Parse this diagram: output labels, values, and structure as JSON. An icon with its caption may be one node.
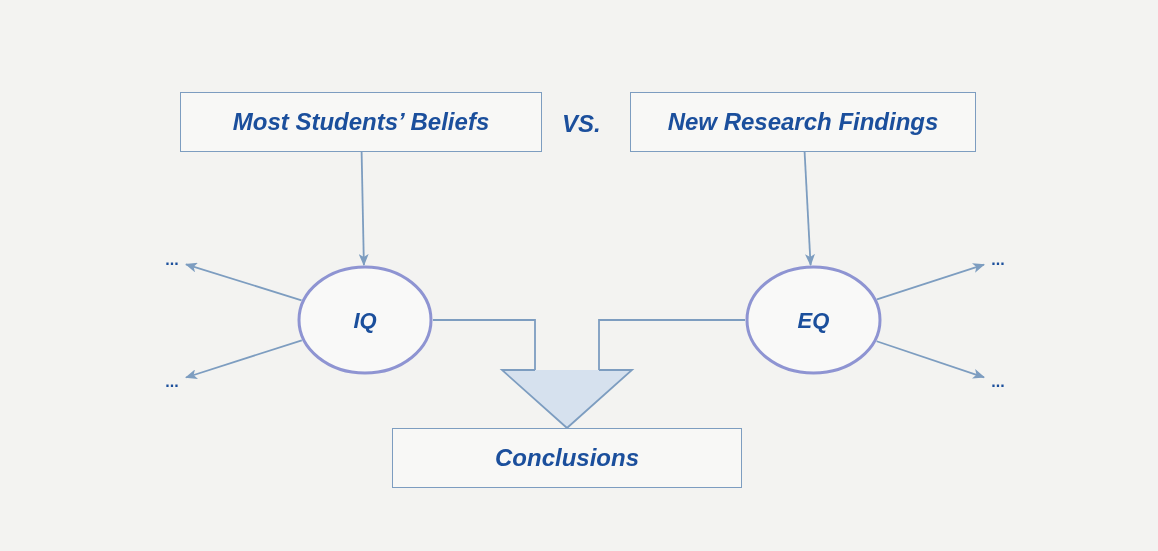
{
  "diagram": {
    "nodes": [
      {
        "text": [
          "Most Students’ Beliefs"
        ]
      },
      {
        "text": [
          "New Research Findings"
        ]
      },
      {
        "text": [
          "IQ"
        ]
      },
      {
        "text": [
          "EQ"
        ]
      },
      {
        "text": [
          "..."
        ]
      },
      {
        "text": [
          "..."
        ]
      },
      {
        "text": [
          "..."
        ]
      },
      {
        "text": [
          "..."
        ]
      },
      {
        "text": [
          "Conclusions"
        ]
      }
    ],
    "edges": [
      {
        "from": 0,
        "to": 2,
        "arrow": "to"
      },
      {
        "from": 1,
        "to": 3,
        "arrow": "to"
      },
      {
        "from": 2,
        "to": 4,
        "arrow": "to"
      },
      {
        "from": 2,
        "to": 5,
        "arrow": "to"
      },
      {
        "from": 3,
        "to": 6,
        "arrow": "to"
      },
      {
        "from": 3,
        "to": 7,
        "arrow": "to"
      },
      {
        "from": 2,
        "to": 8,
        "arrow": "to"
      },
      {
        "from": 3,
        "to": 8,
        "arrow": "to"
      }
    ],
    "labels": [
      "VS."
    ]
  }
}
